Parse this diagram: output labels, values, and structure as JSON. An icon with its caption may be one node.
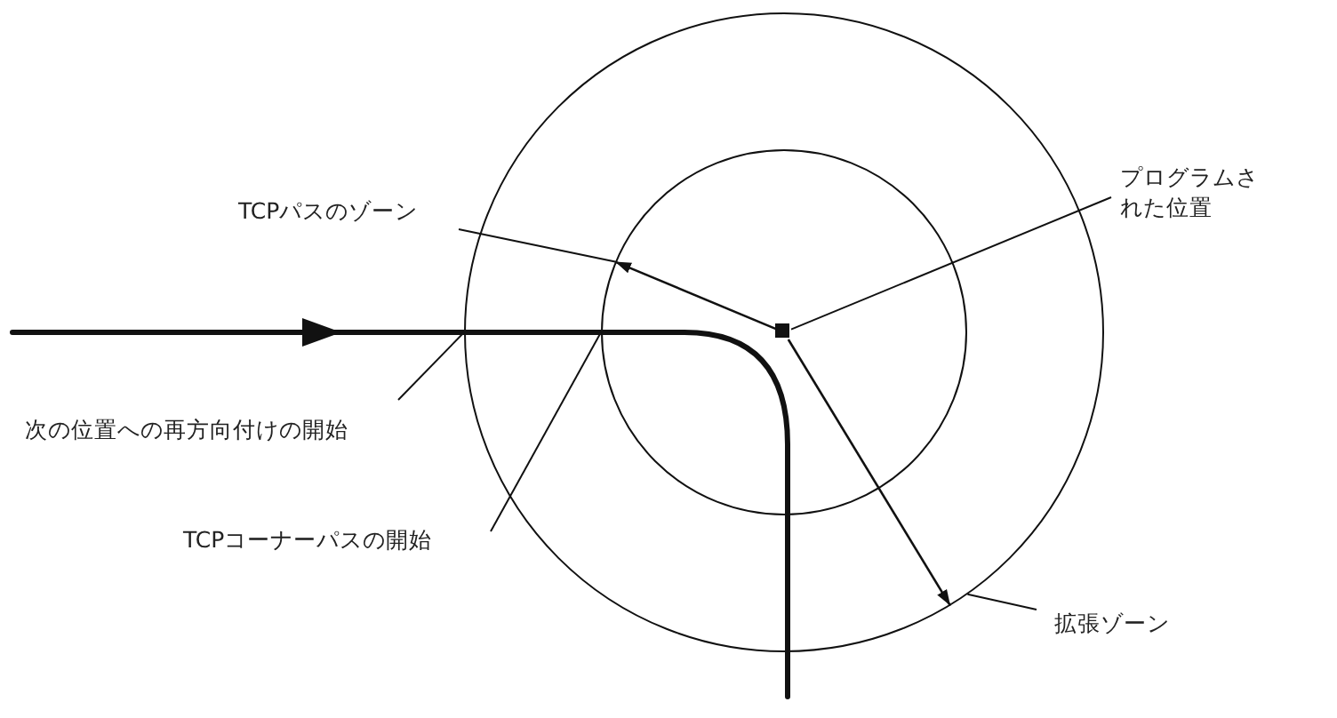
{
  "diagram": {
    "nodes": [
      {
        "text": [],
        "shape": "circle"
      },
      {
        "text": [],
        "shape": "circle",
        "in": 0
      },
      {
        "text": [],
        "shape": "box",
        "in": 1
      },
      {
        "text": [
          "プログラムされた位置"
        ]
      },
      {
        "text": [
          "TCPパスのゾーン"
        ]
      },
      {
        "text": [
          "次の位置への再方向付けの開始"
        ]
      },
      {
        "text": [
          "TCPコーナーパスの開始"
        ]
      },
      {
        "text": [
          "拡張ゾーン"
        ]
      }
    ],
    "edges": [
      {
        "from": 2,
        "to": 1,
        "arrow": "to"
      },
      {
        "from": 2,
        "to": 0,
        "arrow": "to"
      },
      {
        "from": 3,
        "to": 2,
        "arrow": "none"
      },
      {
        "from": 4,
        "to": 1,
        "arrow": "none"
      },
      {
        "from": 5,
        "to": 0,
        "arrow": "none"
      },
      {
        "from": 6,
        "to": 1,
        "arrow": "none"
      },
      {
        "from": 7,
        "to": 0,
        "arrow": "none"
      }
    ]
  }
}
